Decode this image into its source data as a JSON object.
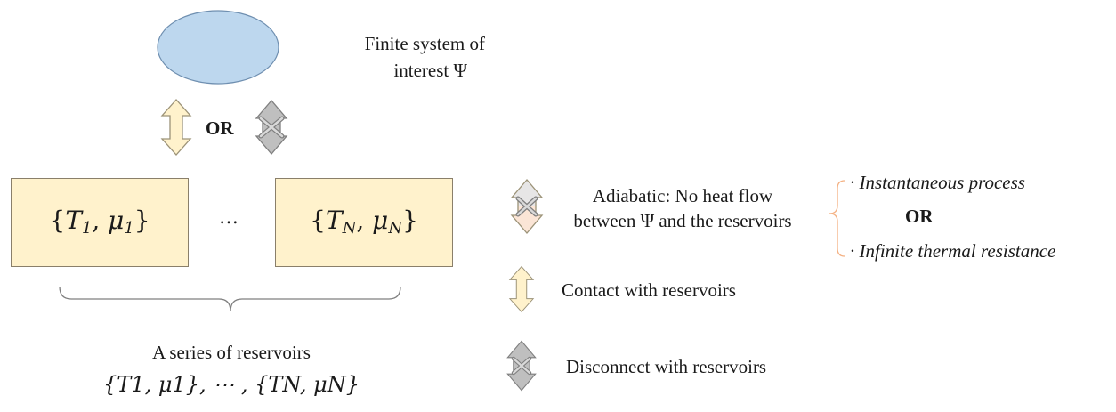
{
  "system": {
    "label_line1": "Finite system of",
    "label_line2": "interest  Ψ"
  },
  "or_label": "OR",
  "reservoirs": [
    {
      "T": "T",
      "T_sub": "1",
      "mu": "μ",
      "mu_sub": "1"
    },
    {
      "T": "T",
      "T_sub": "N",
      "mu": "μ",
      "mu_sub": "N"
    }
  ],
  "ellipsis": "…",
  "series": {
    "label": "A series of reservoirs",
    "set_line": "{T1, μ1}, ⋯ , {TN, μN}"
  },
  "legend": {
    "adiabatic_line1": "Adiabatic: No heat flow",
    "adiabatic_line2": "between Ψ and the reservoirs",
    "contact": "Contact with reservoirs",
    "disconnect": "Disconnect with reservoirs"
  },
  "conditions": {
    "item1": "· Instantaneous process",
    "or_label": "OR",
    "item2": "· Infinite thermal resistance"
  },
  "colors": {
    "ellipse_fill": "#BDD7EE",
    "reservoir_fill": "#FFF2CC",
    "contact_arrow_fill": "#FFF2CC",
    "disconnect_fill": "#BFBFBF",
    "adiabatic_top_fill": "#E7E6E6",
    "adiabatic_bottom_fill": "#FBE5D6",
    "brace_color": "#F4B183"
  }
}
